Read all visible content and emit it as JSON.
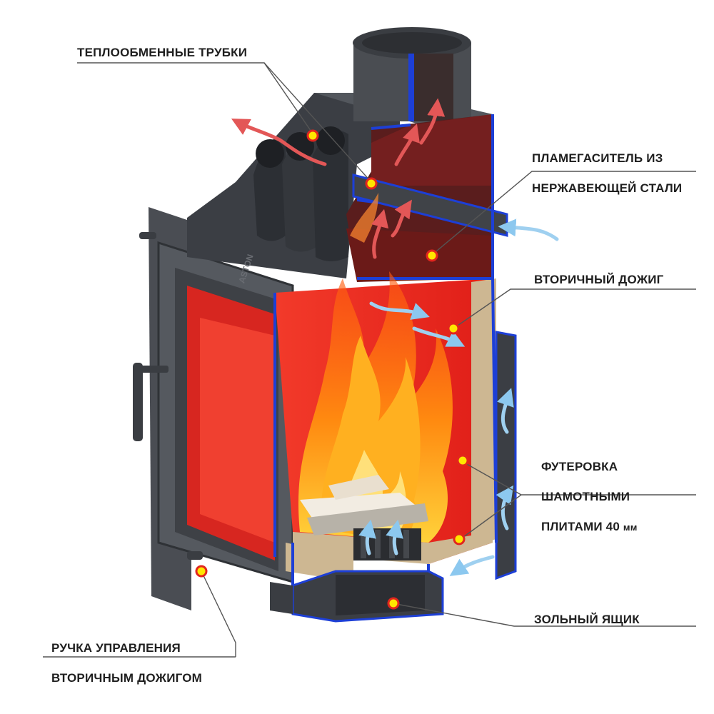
{
  "brand": "ASTON",
  "labels": {
    "heat_tubes": "ТЕПЛООБМЕННЫЕ ТРУБКИ",
    "baffle_line1": "ПЛАМЕГАСИТЕЛЬ ИЗ",
    "baffle_line2": "НЕРЖАВЕЮЩЕЙ СТАЛИ",
    "secondary_burn": "ВТОРИЧНЫЙ ДОЖИГ",
    "lining_line1": "ФУТЕРОВКА",
    "lining_line2": "ШАМОТНЫМИ",
    "lining_line3": "ПЛИТАМИ 40",
    "lining_unit": "мм",
    "ash_box": "ЗОЛЬНЫЙ ЯЩИК",
    "control_line1": "РУЧКА УПРАВЛЕНИЯ",
    "control_line2": "ВТОРИЧНЫМ ДОЖИГОМ"
  },
  "colors": {
    "body_dark": "#3b3e44",
    "body_mid": "#4e5258",
    "firebox_red": "#e8231c",
    "outline_blue": "#1d3fd6",
    "chamotte": "#cdb792",
    "flame_orange": "#ff7a10",
    "flame_yellow": "#ffd23a",
    "marker_yellow": "#ffe600",
    "marker_red": "#e2261d",
    "cold_air": "#9fd0f0",
    "hot_air": "#e35757"
  }
}
